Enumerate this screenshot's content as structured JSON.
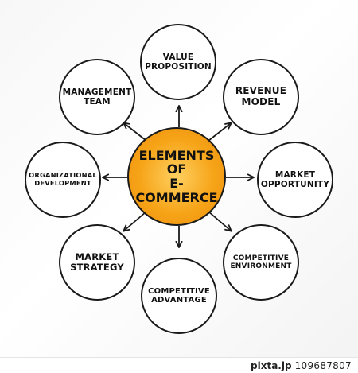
{
  "diagram": {
    "center": "ELEMENTS OF\nE-COMMERCE",
    "nodes": [
      {
        "id": "value-proposition",
        "label": "VALUE\nPROPOSITION"
      },
      {
        "id": "revenue-model",
        "label": "REVENUE\nMODEL"
      },
      {
        "id": "market-opportunity",
        "label": "MARKET\nOPPORTUNITY"
      },
      {
        "id": "competitive-environment",
        "label": "COMPETITIVE\nENVIRONMENT"
      },
      {
        "id": "competitive-advantage",
        "label": "COMPETITIVE\nADVANTAGE"
      },
      {
        "id": "market-strategy",
        "label": "MARKET\nSTRATEGY"
      },
      {
        "id": "organizational-development",
        "label": "ORGANIZATIONAL\nDEVELOPMENT"
      },
      {
        "id": "management-team",
        "label": "MANAGEMENT\nTEAM"
      }
    ]
  },
  "colors": {
    "center_fill": "#f6a418",
    "outline": "#1a1a1a",
    "node_fill": "#ffffff"
  },
  "watermark": {
    "brand": "pixta.jp",
    "id": "109687807"
  }
}
